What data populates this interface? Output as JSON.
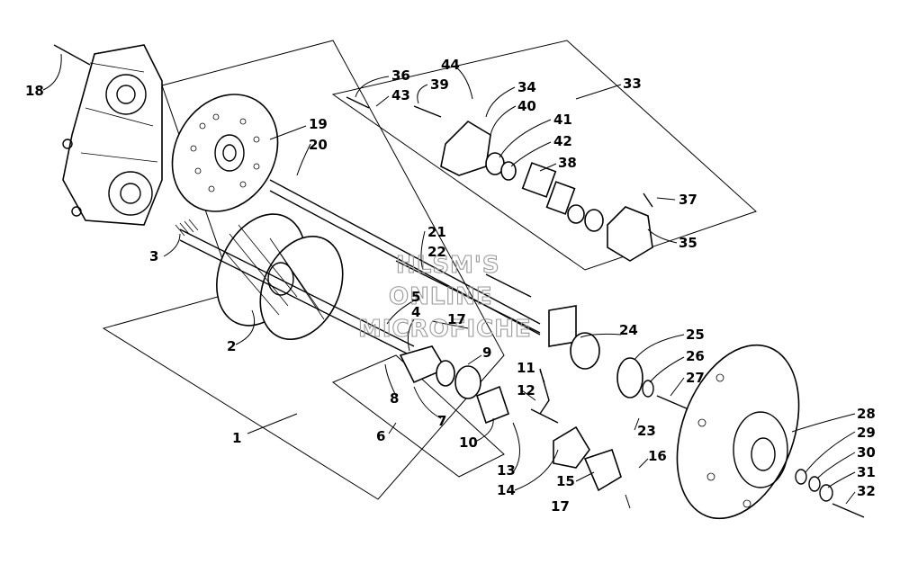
{
  "watermark": [
    "HLSM'S",
    "ONLINE",
    "MICROFICHE"
  ],
  "callouts": {
    "p1": "1",
    "p2": "2",
    "p3": "3",
    "p4": "4",
    "p5": "5",
    "p6": "6",
    "p7": "7",
    "p8": "8",
    "p9": "9",
    "p10": "10",
    "p11": "11",
    "p12": "12",
    "p13": "13",
    "p14": "14",
    "p15": "15",
    "p16": "16",
    "p17a": "17",
    "p17b": "17",
    "p18": "18",
    "p19": "19",
    "p20": "20",
    "p21": "21",
    "p22": "22",
    "p23": "23",
    "p24": "24",
    "p25": "25",
    "p26": "26",
    "p27": "27",
    "p28": "28",
    "p29": "29",
    "p30": "30",
    "p31": "31",
    "p32": "32",
    "p33": "33",
    "p34": "34",
    "p35": "35",
    "p36": "36",
    "p37": "37",
    "p38": "38",
    "p39": "39",
    "p40": "40",
    "p41": "41",
    "p42": "42",
    "p43": "43",
    "p44": "44"
  }
}
